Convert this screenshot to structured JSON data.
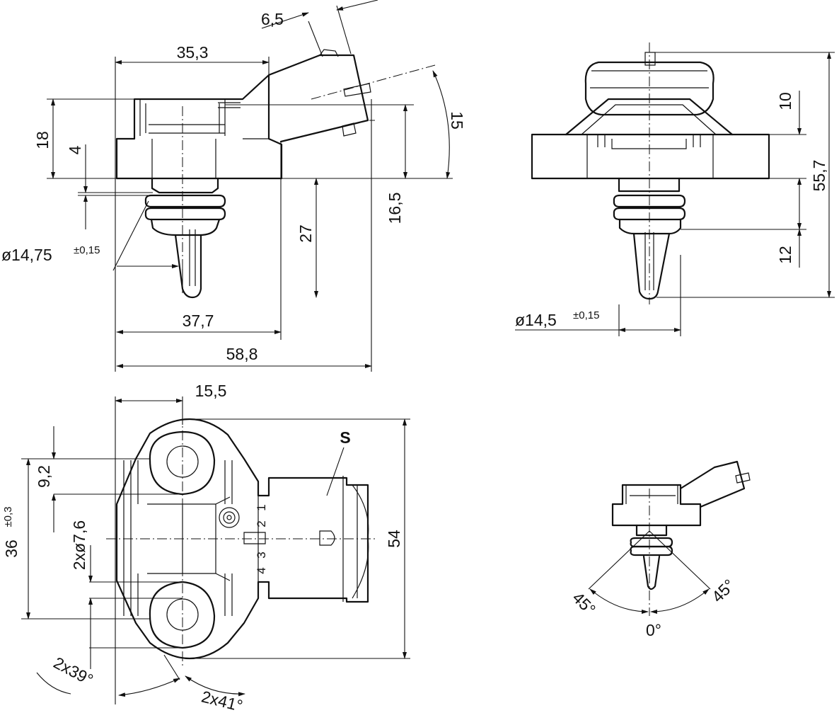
{
  "labels": {
    "top_left": {
      "d_6_5": "6,5",
      "d_35_3": "35,3",
      "d_15": "15",
      "d_18": "18",
      "d_4": "4",
      "d_16_5": "16,5",
      "d_27": "27",
      "dia_main": "ø14,75",
      "dia_tol": "±0,15",
      "d_37_7": "37,7",
      "d_58_8": "58,8"
    },
    "top_right": {
      "d_10": "10",
      "d_55_7": "55,7",
      "d_12": "12",
      "dia_main": "ø14,5",
      "dia_tol": "±0,15"
    },
    "bottom_left": {
      "d_15_5": "15,5",
      "s_mark": "S",
      "d_9_2": "9,2",
      "d_36": "36",
      "d_36_tol": "±0,3",
      "d_2x76": "2xø7,6",
      "d_54": "54",
      "ang_39": "2x39°",
      "ang_41": "2x41°",
      "pins": [
        "1",
        "2",
        "3",
        "4"
      ]
    },
    "bottom_right": {
      "ang_left": "45°",
      "ang_right": "45°",
      "ang_zero": "0°"
    }
  }
}
